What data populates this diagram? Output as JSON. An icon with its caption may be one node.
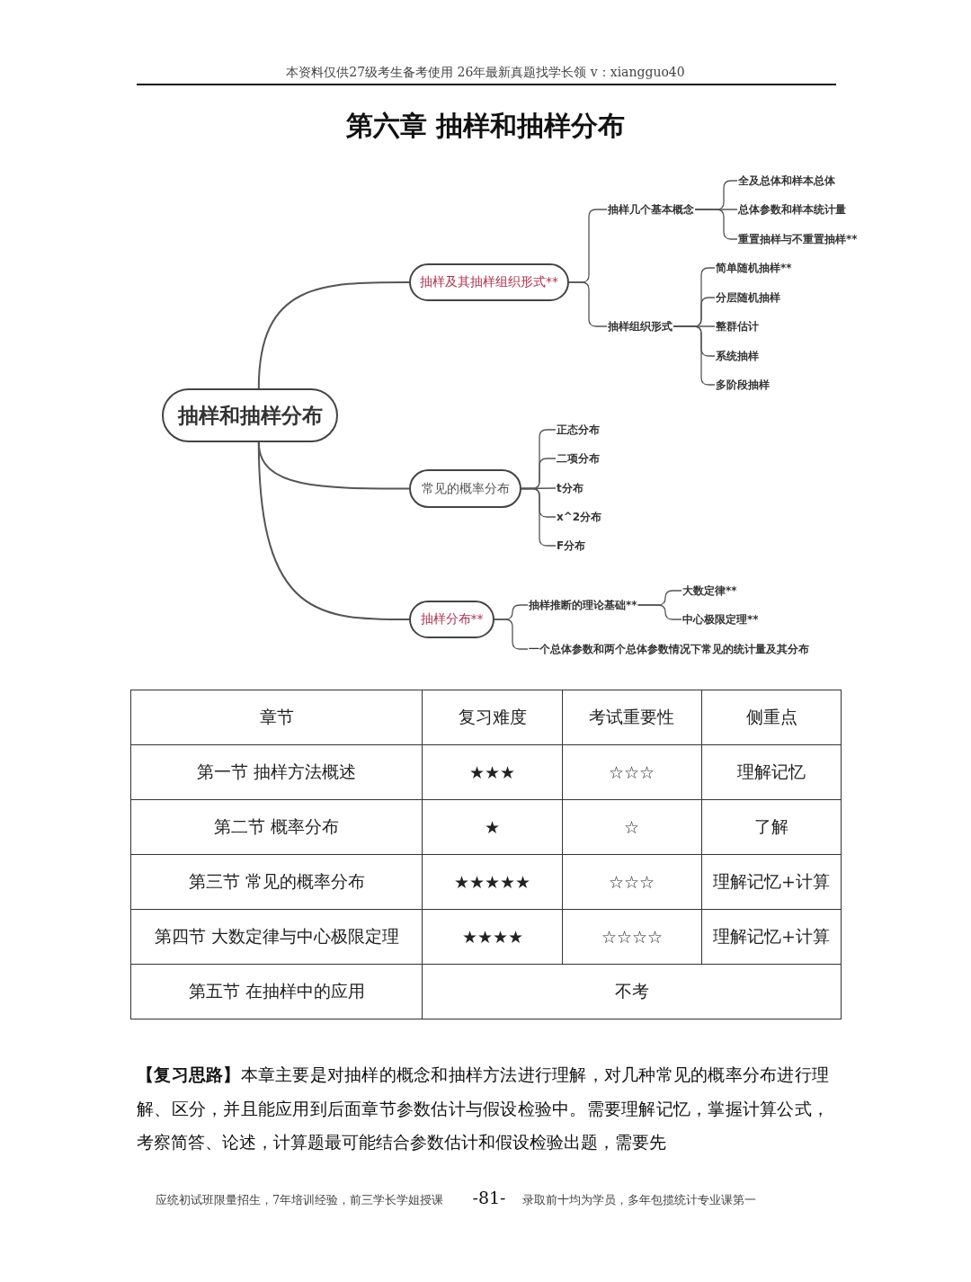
{
  "diagram": {
    "title": "第六章 抽样和抽样分布",
    "nodes": [
      {
        "text": [
          "抽样和抽样分布"
        ]
      },
      {
        "text": [
          "抽样及其抽样组织形式**"
        ]
      },
      {
        "text": [
          "抽样几个基本概念"
        ]
      },
      {
        "text": [
          "全及总体和样本总体"
        ]
      },
      {
        "text": [
          "总体参数和样本统计量"
        ]
      },
      {
        "text": [
          "重置抽样与不重置抽样**"
        ]
      },
      {
        "text": [
          "抽样组织形式"
        ]
      },
      {
        "text": [
          "简单随机抽样**"
        ]
      },
      {
        "text": [
          "分层随机抽样"
        ]
      },
      {
        "text": [
          "整群估计"
        ]
      },
      {
        "text": [
          "系统抽样"
        ]
      },
      {
        "text": [
          "多阶段抽样"
        ]
      },
      {
        "text": [
          "常见的概率分布"
        ]
      },
      {
        "text": [
          "正态分布"
        ]
      },
      {
        "text": [
          "二项分布"
        ]
      },
      {
        "text": [
          "t分布"
        ]
      },
      {
        "text": [
          "x^2分布"
        ]
      },
      {
        "text": [
          "F分布"
        ]
      },
      {
        "text": [
          "抽样分布**"
        ]
      },
      {
        "text": [
          "抽样推断的理论基础**"
        ]
      },
      {
        "text": [
          "大数定律**"
        ]
      },
      {
        "text": [
          "中心极限定理**"
        ]
      },
      {
        "text": [
          "一个总体参数和两个总体参数情况下常见的统计量及其分布"
        ]
      }
    ],
    "edges": [
      {
        "from": 0,
        "to": 1,
        "arrow": "none"
      },
      {
        "from": 1,
        "to": 2,
        "arrow": "none"
      },
      {
        "from": 2,
        "to": 3,
        "arrow": "none"
      },
      {
        "from": 2,
        "to": 4,
        "arrow": "none"
      },
      {
        "from": 2,
        "to": 5,
        "arrow": "none"
      },
      {
        "from": 1,
        "to": 6,
        "arrow": "none"
      },
      {
        "from": 6,
        "to": 7,
        "arrow": "none"
      },
      {
        "from": 6,
        "to": 8,
        "arrow": "none"
      },
      {
        "from": 6,
        "to": 9,
        "arrow": "none"
      },
      {
        "from": 6,
        "to": 10,
        "arrow": "none"
      },
      {
        "from": 6,
        "to": 11,
        "arrow": "none"
      },
      {
        "from": 0,
        "to": 12,
        "arrow": "none"
      },
      {
        "from": 12,
        "to": 13,
        "arrow": "none"
      },
      {
        "from": 12,
        "to": 14,
        "arrow": "none"
      },
      {
        "from": 12,
        "to": 15,
        "arrow": "none"
      },
      {
        "from": 12,
        "to": 16,
        "arrow": "none"
      },
      {
        "from": 12,
        "to": 17,
        "arrow": "none"
      },
      {
        "from": 0,
        "to": 18,
        "arrow": "none"
      },
      {
        "from": 18,
        "to": 19,
        "arrow": "none"
      },
      {
        "from": 19,
        "to": 20,
        "arrow": "none"
      },
      {
        "from": 19,
        "to": 21,
        "arrow": "none"
      },
      {
        "from": 18,
        "to": 22,
        "arrow": "none"
      }
    ],
    "labels": [
      "本资料仅供27级考生备考使用 26年最新真题找学长领 v：xiangguo40",
      "章节",
      "复习难度",
      "考试重要性",
      "侧重点",
      "第一节 抽样方法概述",
      "★★★",
      "☆☆☆",
      "理解记忆",
      "第二节 概率分布",
      "★",
      "☆",
      "了解",
      "第三节 常见的概率分布",
      "★★★★★",
      "☆☆☆",
      "理解记忆+计算",
      "第四节 大数定律与中心极限定理",
      "★★★★",
      "☆☆☆☆",
      "理解记忆+计算",
      "第五节 在抽样中的应用",
      "不考",
      "**【复习思路】**本章主要是对抽样的概念和抽样方法进行理解，对几种常见的概率分布进行理解、区分，并且能应用到后面章节参数估计与假设检验中。需要理解记忆，掌握计算公式，考察简答、论述，计算题最可能结合参数估计和假设检验出题，需要先",
      "应统初试班限量招生，7年培训经验，前三学长学姐授课",
      "-81-",
      "录取前十均为学员，多年包揽统计专业课第一"
    ]
  }
}
